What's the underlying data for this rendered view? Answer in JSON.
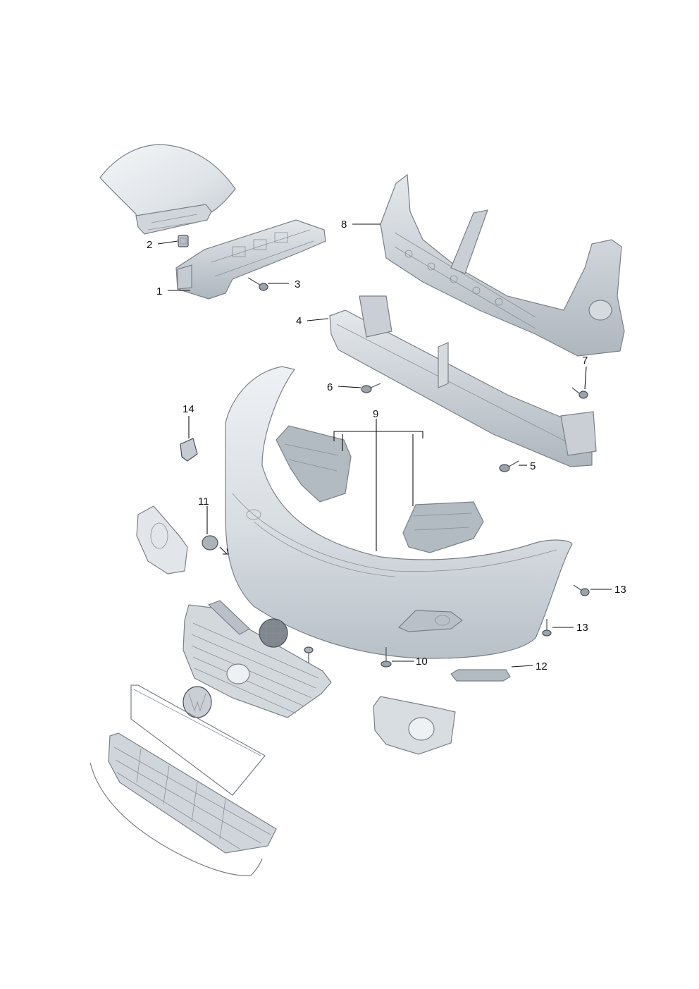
{
  "callouts": [
    {
      "id": "c1",
      "label": "1"
    },
    {
      "id": "c2",
      "label": "2"
    },
    {
      "id": "c3",
      "label": "3"
    },
    {
      "id": "c4",
      "label": "4"
    },
    {
      "id": "c5",
      "label": "5"
    },
    {
      "id": "c6",
      "label": "6"
    },
    {
      "id": "c7",
      "label": "7"
    },
    {
      "id": "c8",
      "label": "8"
    },
    {
      "id": "c9",
      "label": "9"
    },
    {
      "id": "c10",
      "label": "10"
    },
    {
      "id": "c11",
      "label": "11"
    },
    {
      "id": "c12",
      "label": "12"
    },
    {
      "id": "c13a",
      "label": "13"
    },
    {
      "id": "c13b",
      "label": "13"
    },
    {
      "id": "c14",
      "label": "14"
    }
  ],
  "colors": {
    "part_fill": "#d9dee3",
    "part_fill_light": "#eceff2",
    "part_fill_dark": "#b9c0c7",
    "outline": "#7a8087",
    "label": "#111111"
  }
}
